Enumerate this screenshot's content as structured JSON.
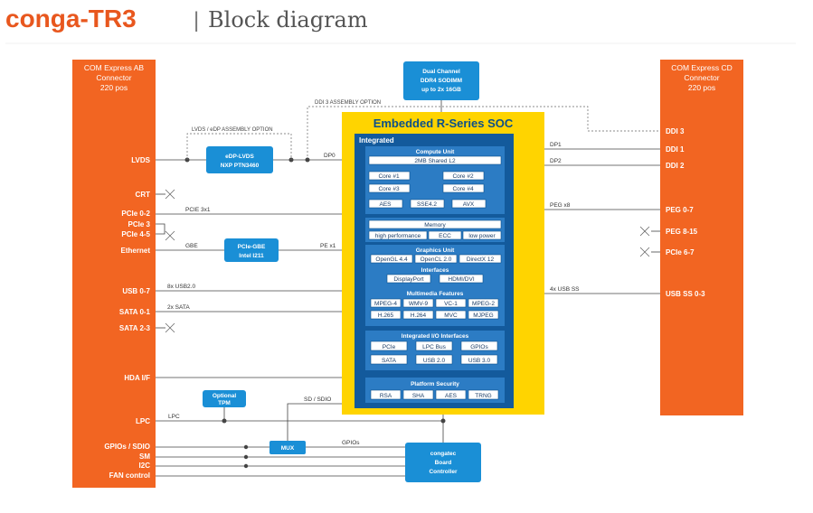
{
  "title": {
    "brand": "conga-TR3",
    "separator": "|",
    "subtitle": "Block diagram"
  },
  "colors": {
    "orange": "#f26522",
    "blue": "#1a8fd6",
    "navy": "#0b4f8a",
    "yellow": "#ffd400",
    "soc_inner": "#135a9c",
    "panel": "#2c7cc4"
  },
  "left_connector": {
    "title": [
      "COM Express AB",
      "Connector",
      "220 pos"
    ],
    "pins": [
      "LVDS",
      "CRT",
      "PCIe 0-2",
      "PCIe 3",
      "PCIe 4-5",
      "Ethernet",
      "USB 0-7",
      "SATA 0-1",
      "SATA 2-3",
      "HDA I/F",
      "LPC",
      "GPIOs / SDIO",
      "SM",
      "I2C",
      "FAN control"
    ]
  },
  "right_connector": {
    "title": [
      "COM Express CD",
      "Connector",
      "220 pos"
    ],
    "pins": [
      "DDI 3",
      "DDI 1",
      "DDI 2",
      "PEG 0-7",
      "PEG 8-15",
      "PCIe 6-7",
      "USB SS 0-3"
    ]
  },
  "memory_box": [
    "Dual Channel",
    "DDR4 SODIMM",
    "up to 2x 16GB"
  ],
  "edp_box": [
    "eDP-LVDS",
    "NXP PTN3460"
  ],
  "gbe_box": [
    "PCIe-GBE",
    "Intel I211"
  ],
  "tpm_box": [
    "Optional",
    "TPM"
  ],
  "mux_box": "MUX",
  "bc_box": [
    "congatec",
    "Board",
    "Controller"
  ],
  "signals": {
    "lvds_option": "LVDS / eDP ASSEMBLY OPTION",
    "ddi3_option": "DDI 3 ASSEMBLY OPTION",
    "dp0": "DP0",
    "pcie3x1": "PCIE 3x1",
    "gbe": "GBE",
    "pex1": "PE x1",
    "usb2": "8x USB2.0",
    "sata2": "2x SATA",
    "sdsdio": "SD / SDIO",
    "lpc": "LPC",
    "gpios": "GPIOs",
    "dp1": "DP1",
    "dp2": "DP2",
    "pegx8": "PEG x8",
    "usbss4": "4x USB SS"
  },
  "soc": {
    "title": "Embedded R-Series SOC",
    "integrated": "Integrated",
    "compute": {
      "title": "Compute Unit",
      "l2": "2MB Shared L2",
      "cores": [
        "Core #1",
        "Core #2",
        "Core #3",
        "Core #4"
      ],
      "features": [
        "AES",
        "SSE4.2",
        "AVX"
      ]
    },
    "memory": {
      "title": "Memory",
      "items": [
        "high performance",
        "ECC",
        "low power"
      ]
    },
    "graphics": {
      "title": "Graphics Unit",
      "apis": [
        "OpenGL 4.4",
        "OpenCL 2.0",
        "DirectX 12"
      ],
      "interfaces_title": "Interfaces",
      "interfaces": [
        "DisplayPort",
        "HDMI/DVI"
      ],
      "multimedia_title": "Multimedia Features",
      "codecs": [
        "MPEG-4",
        "WMV-9",
        "VC-1",
        "MPEG-2",
        "H.265",
        "H.264",
        "MVC",
        "MJPEG"
      ]
    },
    "io": {
      "title": "Integrated I/O Interfaces",
      "items": [
        "PCIe",
        "LPC Bus",
        "GPIOs",
        "SATA",
        "USB 2.0",
        "USB 3.0"
      ]
    },
    "security": {
      "title": "Platform Security",
      "items": [
        "RSA",
        "SHA",
        "AES",
        "TRNG"
      ]
    }
  }
}
